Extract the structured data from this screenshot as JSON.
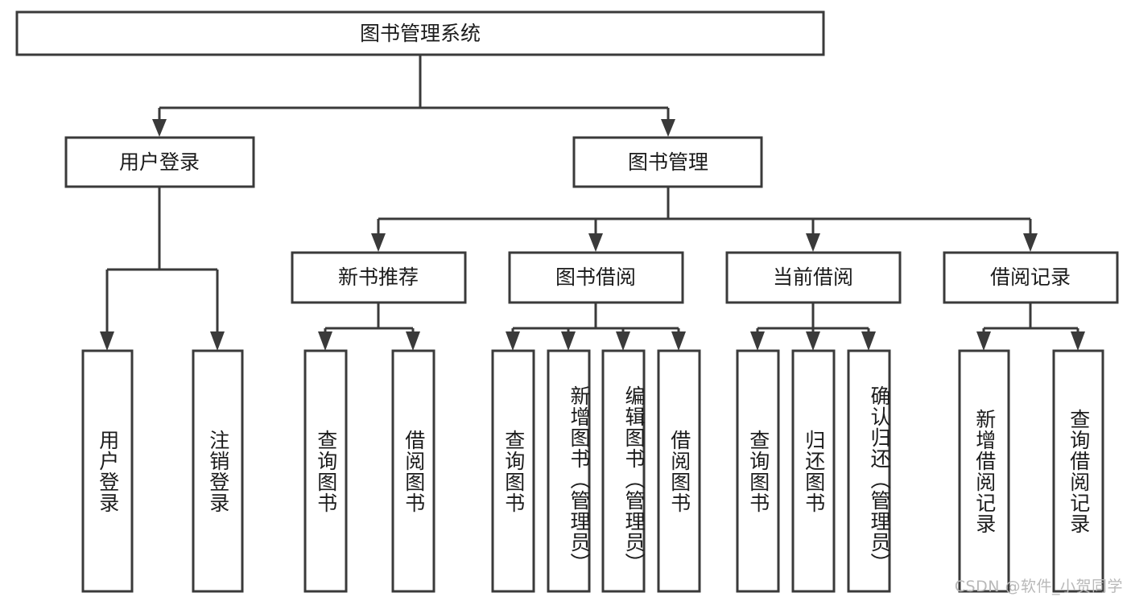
{
  "diagram": {
    "type": "tree-hierarchy",
    "title": "图书管理系统",
    "watermark": "CSDN @软件_小贺同学",
    "root": {
      "id": "root",
      "label": "图书管理系统",
      "orientation": "horizontal"
    },
    "level2": [
      {
        "id": "user-login",
        "label": "用户登录",
        "orientation": "horizontal"
      },
      {
        "id": "book-manage",
        "label": "图书管理",
        "orientation": "horizontal"
      }
    ],
    "level3": [
      {
        "id": "new-book-recommend",
        "label": "新书推荐",
        "orientation": "horizontal",
        "parent": "book-manage"
      },
      {
        "id": "book-borrow",
        "label": "图书借阅",
        "orientation": "horizontal",
        "parent": "book-manage"
      },
      {
        "id": "current-borrow",
        "label": "当前借阅",
        "orientation": "horizontal",
        "parent": "book-manage"
      },
      {
        "id": "borrow-record",
        "label": "借阅记录",
        "orientation": "horizontal",
        "parent": "book-manage"
      }
    ],
    "leaves": [
      {
        "id": "leaf-user-login",
        "label": "用户登录",
        "parent": "user-login"
      },
      {
        "id": "leaf-logout-login",
        "label": "注销登录",
        "parent": "user-login"
      },
      {
        "id": "leaf-query-book-1",
        "label": "查询图书",
        "parent": "new-book-recommend"
      },
      {
        "id": "leaf-borrow-book-1",
        "label": "借阅图书",
        "parent": "new-book-recommend"
      },
      {
        "id": "leaf-query-book-2",
        "label": "查询图书",
        "parent": "book-borrow"
      },
      {
        "id": "leaf-add-book",
        "label": "新增图书（管理员）",
        "parent": "book-borrow"
      },
      {
        "id": "leaf-edit-book",
        "label": "编辑图书（管理员）",
        "parent": "book-borrow"
      },
      {
        "id": "leaf-borrow-book-2",
        "label": "借阅图书",
        "parent": "book-borrow"
      },
      {
        "id": "leaf-query-book-3",
        "label": "查询图书",
        "parent": "current-borrow"
      },
      {
        "id": "leaf-return-book",
        "label": "归还图书",
        "parent": "current-borrow"
      },
      {
        "id": "leaf-confirm-return",
        "label": "确认归还（管理员）",
        "parent": "current-borrow"
      },
      {
        "id": "leaf-add-record",
        "label": "新增借阅记录",
        "parent": "borrow-record"
      },
      {
        "id": "leaf-query-record",
        "label": "查询借阅记录",
        "parent": "borrow-record"
      }
    ],
    "colors": {
      "stroke": "#3a3a3a",
      "fill": "#ffffff",
      "text": "#1b1b1b",
      "watermark": "#b9b9b9"
    }
  }
}
